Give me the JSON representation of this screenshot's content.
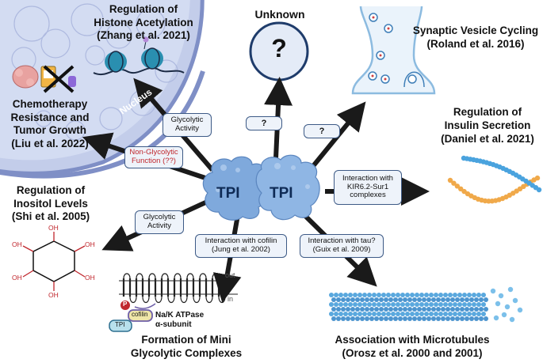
{
  "center": {
    "left": "TPI",
    "right": "TPI"
  },
  "outcomes": {
    "histone": [
      "Regulation of",
      "Histone Acetylation",
      "(Zhang et al. 2021)"
    ],
    "unknown": {
      "title": "Unknown",
      "symbol": "?"
    },
    "synaptic": [
      "Synaptic Vesicle Cycling",
      "(Roland et al. 2016)"
    ],
    "insulin": [
      "Regulation of",
      "Insulin Secretion",
      "(Daniel et al. 2021)"
    ],
    "chemo": [
      "Chemotherapy",
      "Resistance and",
      "Tumor Growth",
      "(Liu et al. 2022)"
    ],
    "inositol": [
      "Regulation of",
      "Inositol Levels",
      "(Shi et al. 2005)"
    ],
    "mini": [
      "Formation of Mini",
      "Glycolytic Complexes"
    ],
    "microtubules": [
      "Association with Microtubules",
      "(Orosz et al. 2000 and 2001)"
    ]
  },
  "nucleus_label": "Nucleus",
  "arrow_boxes": {
    "glycolytic_top": [
      "Glycolytic",
      "Activity"
    ],
    "q1": "?",
    "q2": "?",
    "non_glycolytic": [
      "Non-Glycolytic",
      "Function (??)"
    ],
    "kir": [
      "Interaction with",
      "KIR6.2-Sur1",
      "complexes"
    ],
    "glycolytic_left": [
      "Glycolytic",
      "Activity"
    ],
    "cofilin": [
      "Interaction with cofilin",
      "(Jung et al. 2002)"
    ],
    "tau": [
      "Interaction with tau?",
      "(Guix et al. 2009)"
    ]
  },
  "small_labels": {
    "out": "out",
    "in": "in",
    "p": "P",
    "cofilin": "cofilin",
    "tpi": "TPI",
    "atpase": [
      "Na/K ATPase",
      "α-subunit"
    ]
  },
  "oh_labels": [
    "OH",
    "OH",
    "OH",
    "OH",
    "OH",
    "OH"
  ],
  "colors": {
    "arrow": "#1a1a1a",
    "tpi_blue": "#7fa9dc",
    "nucleus_fill": "#c9d4ee",
    "nucleus_edge": "#7f8fc6",
    "box_edge": "#3d5a86",
    "red_text": "#c0272d",
    "microtubule": "#5aa8de",
    "chain_orange": "#f0a94a",
    "chain_blue": "#4aa3de"
  }
}
